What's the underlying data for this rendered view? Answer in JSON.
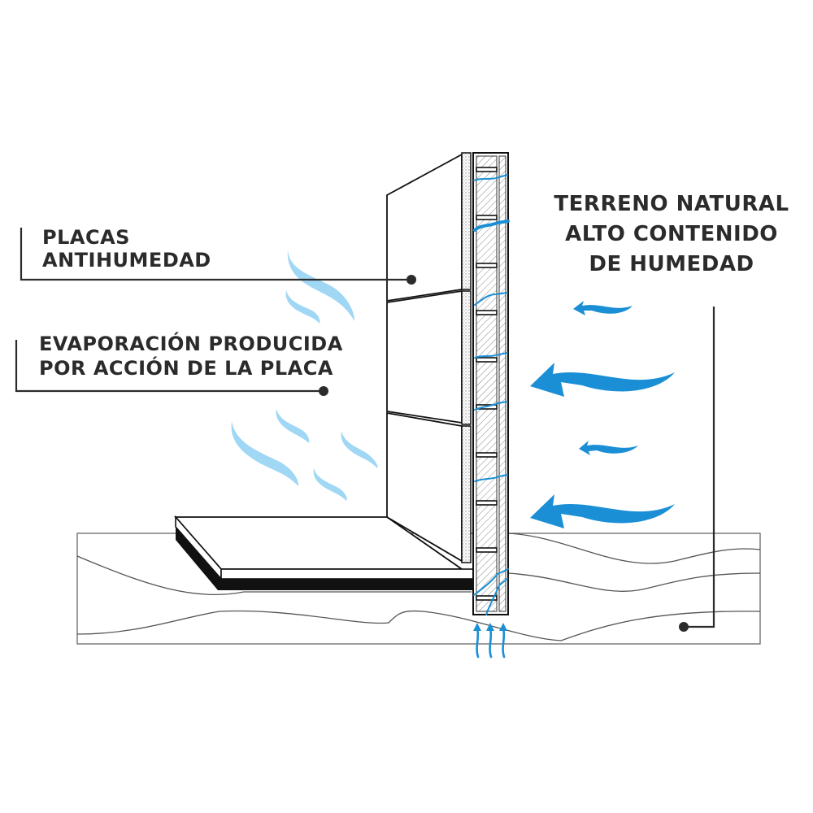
{
  "diagram": {
    "labels": {
      "placas": {
        "line1": "PLACAS",
        "line2": "ANTIHUMEDAD"
      },
      "evaporacion": {
        "line1": "EVAPORACIÓN PRODUCIDA",
        "line2": "POR ACCIÓN DE LA PLACA"
      },
      "terreno": {
        "line1": "TERRENO NATURAL",
        "line2": "ALTO CONTENIDO",
        "line3": "DE HUMEDAD"
      }
    },
    "colors": {
      "text": "#2b2b2b",
      "moisture_arrow": "#1a8fd6",
      "vapor": "#8fd0f2",
      "outline": "#111111"
    },
    "icons": {
      "moisture_arrows": "wavy-left-arrow-icon",
      "rising_damp": "up-arrow-icon",
      "evaporation": "vapor-wisp-icon",
      "leader_dot": "leader-dot-icon"
    }
  }
}
